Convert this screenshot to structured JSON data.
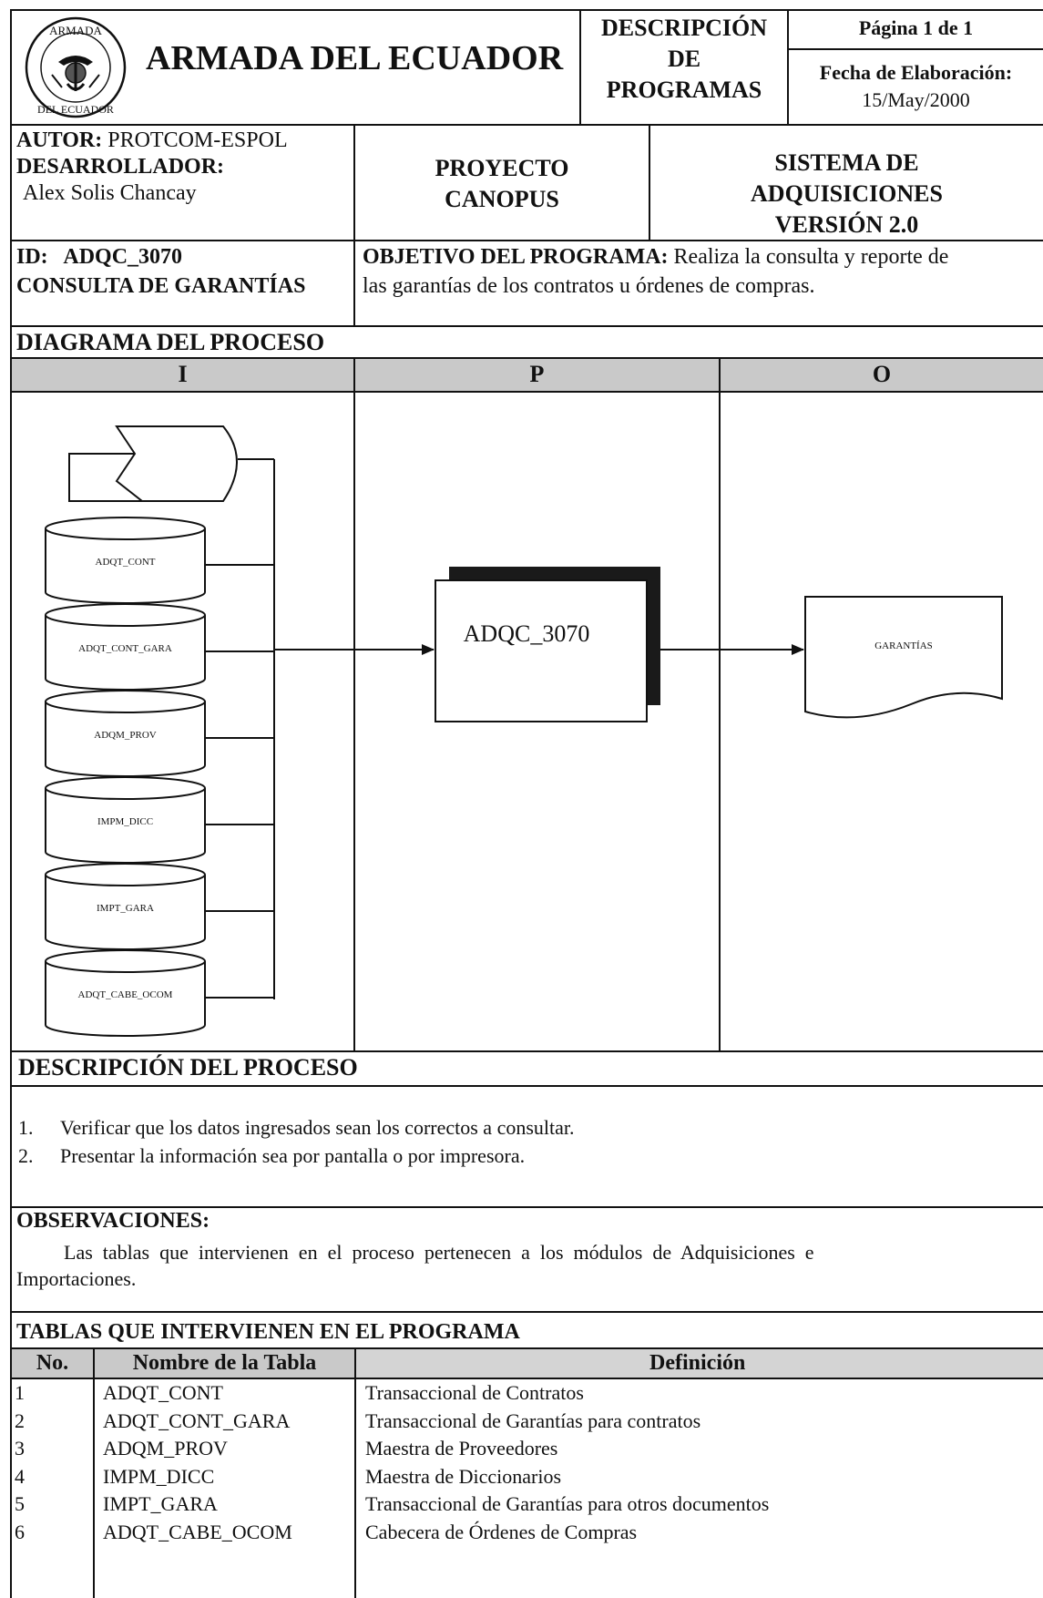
{
  "header": {
    "org_title": "ARMADA DEL ECUADOR",
    "seal_text_top": "ARMADA",
    "seal_text_bottom": "DEL ECUADOR",
    "desc_line1": "DESCRIPCIÓN",
    "desc_line2": "DE",
    "desc_line3": "PROGRAMAS",
    "page": "Página 1 de 1",
    "fecha_label": "Fecha de Elaboración:",
    "fecha_value": "15/May/2000"
  },
  "info": {
    "autor_label": "AUTOR:",
    "autor_value": "PROTCOM-ESPOL",
    "desarrollador_label": "DESARROLLADOR:",
    "desarrollador_value": "Alex Solis Chancay",
    "proyecto_line1": "PROYECTO",
    "proyecto_line2": "CANOPUS",
    "sistema_line1": "SISTEMA DE",
    "sistema_line2": "ADQUISICIONES",
    "sistema_line3": "VERSIÓN 2.0"
  },
  "program": {
    "id_label": "ID:",
    "id_value": "ADQC_3070",
    "name": "CONSULTA DE GARANTÍAS",
    "objetivo_label": "OBJETIVO DEL PROGRAMA:",
    "objetivo_line1": "Realiza la consulta y reporte de",
    "objetivo_line2": "las garantías de los contratos u órdenes de compras."
  },
  "diagram": {
    "title": "DIAGRAMA DEL PROCESO",
    "col_i": "I",
    "col_p": "P",
    "col_o": "O",
    "tables": [
      "ADQT_CONT",
      "ADQT_CONT_GARA",
      "ADQM_PROV",
      "IMPM_DICC",
      "IMPT_GARA",
      "ADQT_CABE_OCOM"
    ],
    "process": "ADQC_3070",
    "output": "GARANTÍAS"
  },
  "descripcion": {
    "title": "DESCRIPCIÓN DEL PROCESO",
    "steps": [
      {
        "num": "1.",
        "text": "Verificar  que los datos ingresados sean los correctos a consultar."
      },
      {
        "num": "2.",
        "text": "Presentar la información sea por pantalla o por impresora."
      }
    ]
  },
  "observaciones": {
    "title": "OBSERVACIONES:",
    "line1": "Las  tablas  que  intervienen  en  el  proceso  pertenecen  a  los  módulos  de  Adquisiciones  e",
    "line2": "Importaciones."
  },
  "tablas": {
    "title": "TABLAS QUE INTERVIENEN EN EL PROGRAMA",
    "col_no": "No.",
    "col_nombre": "Nombre de la Tabla",
    "col_def": "Definición",
    "rows": [
      {
        "no": "1",
        "nombre": "ADQT_CONT",
        "def": "Transaccional de Contratos"
      },
      {
        "no": "2",
        "nombre": "ADQT_CONT_GARA",
        "def": "Transaccional de Garantías para contratos"
      },
      {
        "no": "3",
        "nombre": "ADQM_PROV",
        "def": "Maestra de Proveedores"
      },
      {
        "no": "4",
        "nombre": "IMPM_DICC",
        "def": "Maestra de Diccionarios"
      },
      {
        "no": "5",
        "nombre": "IMPT_GARA",
        "def": "Transaccional de Garantías para otros documentos"
      },
      {
        "no": "6",
        "nombre": "ADQT_CABE_OCOM",
        "def": "Cabecera de Órdenes de Compras"
      }
    ]
  }
}
